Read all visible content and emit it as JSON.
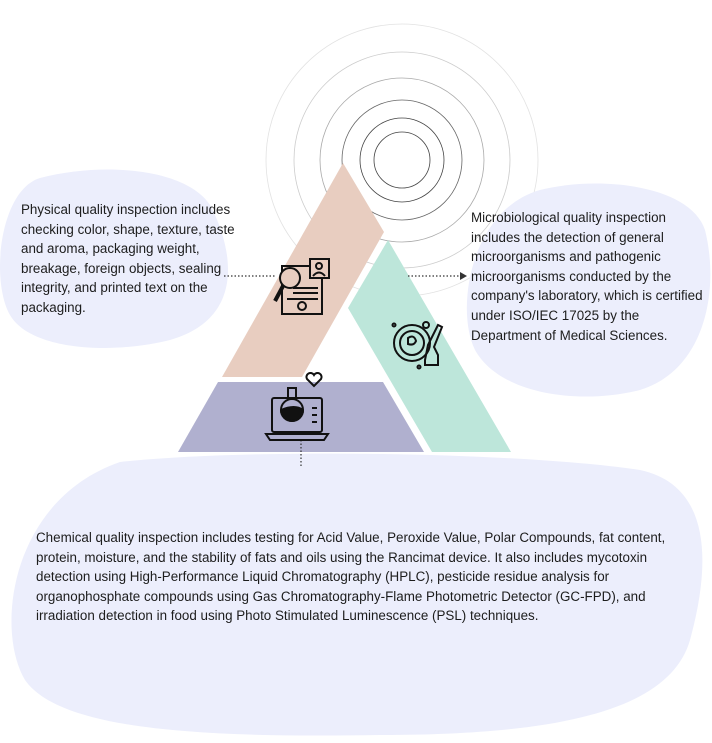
{
  "physical": {
    "text": "Physical quality inspection includes checking color, shape, texture, taste and aroma, packaging weight, breakage, foreign objects, sealing integrity, and printed text on the packaging.",
    "icon": "document-inspection-icon"
  },
  "microbiological": {
    "text": "Microbiological quality inspection includes the detection of general microorganisms and pathogenic microorganisms conducted by the company's laboratory, which is certified under ISO/IEC 17025 by the Department of Medical Sciences.",
    "icon": "petri-dish-icon"
  },
  "chemical": {
    "text": "Chemical quality inspection includes testing for Acid Value, Peroxide Value, Polar Compounds, fat content, protein, moisture, and the stability of fats and oils using the Rancimat device. It also includes mycotoxin detection using High-Performance Liquid Chromatography (HPLC), pesticide residue analysis for organophosphate compounds using Gas Chromatography-Flame Photometric Detector (GC-FPD), and irradiation detection in food using Photo Stimulated Luminescence (PSL) techniques.",
    "icon": "laptop-flask-icon"
  },
  "colors": {
    "physical": "#e8cdc0",
    "microbiological": "#bde6da",
    "chemical": "#b0b0cf",
    "blob": "#eceefc"
  }
}
